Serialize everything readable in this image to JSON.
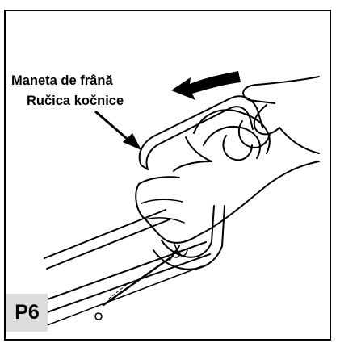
{
  "labels": {
    "line_1": "Maneta de frână",
    "line_2": "Ručica kočnice"
  },
  "step": "P6",
  "icons": {
    "pointer": "arrow-pointer-icon",
    "motion": "push-direction-arrow-icon"
  },
  "colors": {
    "ink": "#000000",
    "badge_background": "#dcdcdc",
    "page_background": "#ffffff"
  }
}
